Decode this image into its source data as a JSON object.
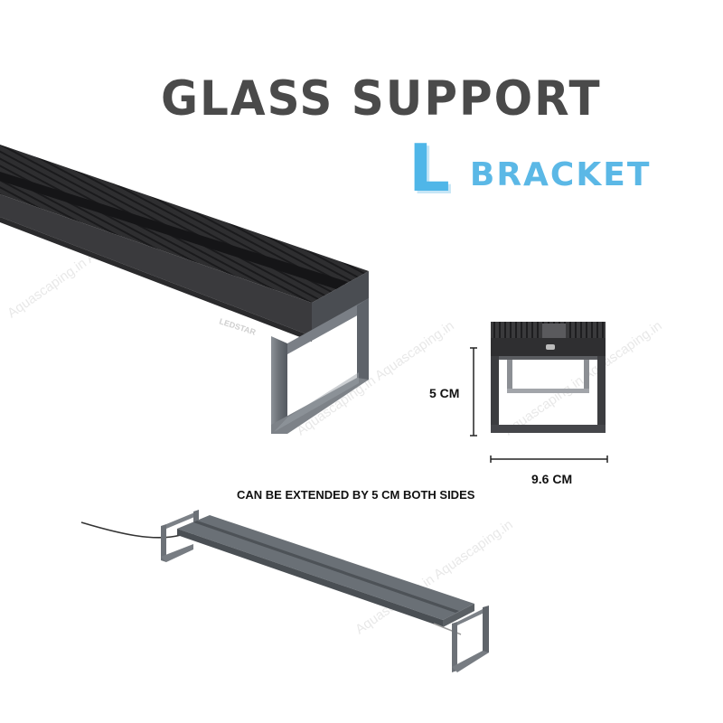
{
  "heading": {
    "line1": "GLASS SUPPORT",
    "accent_letter": "L",
    "line2": "BRACKET"
  },
  "brand_label": "LEDSTAR",
  "dimensions": {
    "height": "5 CM",
    "width": "9.6 CM"
  },
  "extension_note": "CAN BE EXTENDED BY 5 CM BOTH SIDES",
  "watermark": "Aquascaping.in Aquascaping.in",
  "colors": {
    "title": "#4a4a4a",
    "accent": "#4fb6e8",
    "light_dark": "#2b2b2b",
    "bracket_gray": "#6d7278"
  }
}
